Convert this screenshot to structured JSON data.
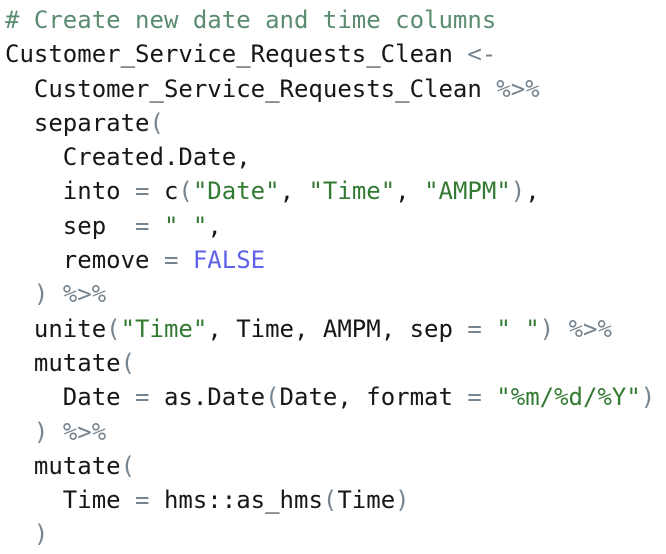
{
  "colors": {
    "background": "#ffffff",
    "text": "#171717",
    "comment": "#5b8c71",
    "string": "#337a33",
    "op": "#76848f",
    "const": "#5e63ea"
  },
  "code": {
    "language": "r",
    "lines": [
      {
        "tokens": [
          {
            "t": "# Create new date and time columns",
            "c": "comment"
          }
        ]
      },
      {
        "tokens": [
          {
            "t": "Customer_Service_Requests_Clean ",
            "c": "text"
          },
          {
            "t": "<-",
            "c": "op"
          }
        ]
      },
      {
        "tokens": [
          {
            "t": "  Customer_Service_Requests_Clean ",
            "c": "text"
          },
          {
            "t": "%>%",
            "c": "op"
          }
        ]
      },
      {
        "tokens": [
          {
            "t": "  separate",
            "c": "text"
          },
          {
            "t": "(",
            "c": "op"
          }
        ]
      },
      {
        "tokens": [
          {
            "t": "    Created.Date,",
            "c": "text"
          }
        ]
      },
      {
        "tokens": [
          {
            "t": "    into ",
            "c": "text"
          },
          {
            "t": "=",
            "c": "op"
          },
          {
            "t": " c",
            "c": "text"
          },
          {
            "t": "(",
            "c": "op"
          },
          {
            "t": "\"Date\"",
            "c": "string"
          },
          {
            "t": ", ",
            "c": "text"
          },
          {
            "t": "\"Time\"",
            "c": "string"
          },
          {
            "t": ", ",
            "c": "text"
          },
          {
            "t": "\"AMPM\"",
            "c": "string"
          },
          {
            "t": ")",
            "c": "op"
          },
          {
            "t": ",",
            "c": "text"
          }
        ]
      },
      {
        "tokens": [
          {
            "t": "    sep  ",
            "c": "text"
          },
          {
            "t": "=",
            "c": "op"
          },
          {
            "t": " ",
            "c": "text"
          },
          {
            "t": "\" \"",
            "c": "string"
          },
          {
            "t": ",",
            "c": "text"
          }
        ]
      },
      {
        "tokens": [
          {
            "t": "    remove ",
            "c": "text"
          },
          {
            "t": "=",
            "c": "op"
          },
          {
            "t": " ",
            "c": "text"
          },
          {
            "t": "FALSE",
            "c": "const"
          }
        ]
      },
      {
        "tokens": [
          {
            "t": "  ",
            "c": "text"
          },
          {
            "t": ")",
            "c": "op"
          },
          {
            "t": " ",
            "c": "text"
          },
          {
            "t": "%>%",
            "c": "op"
          }
        ]
      },
      {
        "tokens": [
          {
            "t": "  unite",
            "c": "text"
          },
          {
            "t": "(",
            "c": "op"
          },
          {
            "t": "\"Time\"",
            "c": "string"
          },
          {
            "t": ", Time, AMPM, sep ",
            "c": "text"
          },
          {
            "t": "=",
            "c": "op"
          },
          {
            "t": " ",
            "c": "text"
          },
          {
            "t": "\" \"",
            "c": "string"
          },
          {
            "t": ")",
            "c": "op"
          },
          {
            "t": " ",
            "c": "text"
          },
          {
            "t": "%>%",
            "c": "op"
          }
        ]
      },
      {
        "tokens": [
          {
            "t": "  mutate",
            "c": "text"
          },
          {
            "t": "(",
            "c": "op"
          }
        ]
      },
      {
        "tokens": [
          {
            "t": "    Date ",
            "c": "text"
          },
          {
            "t": "=",
            "c": "op"
          },
          {
            "t": " as.Date",
            "c": "text"
          },
          {
            "t": "(",
            "c": "op"
          },
          {
            "t": "Date, format ",
            "c": "text"
          },
          {
            "t": "=",
            "c": "op"
          },
          {
            "t": " ",
            "c": "text"
          },
          {
            "t": "\"%m/%d/%Y\"",
            "c": "string"
          },
          {
            "t": ")",
            "c": "op"
          }
        ]
      },
      {
        "tokens": [
          {
            "t": "  ",
            "c": "text"
          },
          {
            "t": ")",
            "c": "op"
          },
          {
            "t": " ",
            "c": "text"
          },
          {
            "t": "%>%",
            "c": "op"
          }
        ]
      },
      {
        "tokens": [
          {
            "t": "  mutate",
            "c": "text"
          },
          {
            "t": "(",
            "c": "op"
          }
        ]
      },
      {
        "tokens": [
          {
            "t": "    Time ",
            "c": "text"
          },
          {
            "t": "=",
            "c": "op"
          },
          {
            "t": " hms::as_hms",
            "c": "text"
          },
          {
            "t": "(",
            "c": "op"
          },
          {
            "t": "Time",
            "c": "text"
          },
          {
            "t": ")",
            "c": "op"
          }
        ]
      },
      {
        "tokens": [
          {
            "t": "  ",
            "c": "text"
          },
          {
            "t": ")",
            "c": "op"
          }
        ]
      }
    ]
  }
}
